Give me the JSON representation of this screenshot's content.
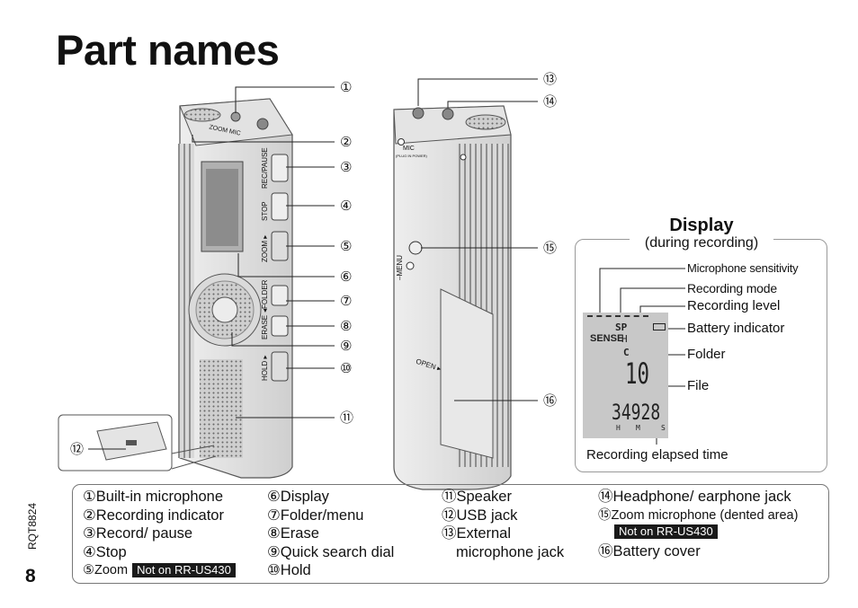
{
  "page": {
    "title": "Part names",
    "doc_code": "RQT8824",
    "page_number": "8"
  },
  "callouts": [
    "①",
    "②",
    "③",
    "④",
    "⑤",
    "⑥",
    "⑦",
    "⑧",
    "⑨",
    "⑩",
    "⑪",
    "⑫",
    "⑬",
    "⑭",
    "⑮",
    "⑯"
  ],
  "device": {
    "zoom_mic": "ZOOM MIC",
    "rec_pause": "REC/PAUSE",
    "stop": "STOP",
    "zoom": "ZOOM ▸",
    "folder": "◂FOLDER",
    "erase": "ERASE",
    "hold": "HOLD ▸",
    "mic": "MIC",
    "plug_in_power": "(PLUG IN POWER)",
    "menu": "–MENU",
    "open": "OPEN ▸"
  },
  "display": {
    "heading": "Display",
    "subheading": "(during recording)",
    "labels": {
      "mic_sensitivity": "Microphone sensitivity",
      "recording_mode": "Recording mode",
      "recording_level": "Recording level",
      "battery": "Battery indicator",
      "folder": "Folder",
      "file": "File",
      "elapsed": "Recording elapsed time"
    },
    "lcd": {
      "sp": "SP",
      "sense": "SENSE",
      "h": "H",
      "folder_icon": "C",
      "file_no": "10",
      "time": "34928",
      "h_unit": "H",
      "m_unit": "M",
      "s_unit": "S"
    }
  },
  "legend": {
    "col1": [
      "①Built-in microphone",
      "②Recording indicator",
      "③Record/ pause",
      "④Stop",
      "⑤Zoom"
    ],
    "col2": [
      "⑥Display",
      "⑦Folder/menu",
      "⑧Erase",
      "⑨Quick search dial",
      "⑩Hold"
    ],
    "col3": [
      "⑪Speaker",
      "⑫USB jack",
      "⑬External",
      "microphone jack"
    ],
    "col4_a": "⑭Headphone/ earphone jack",
    "col4_b": "⑮Zoom microphone (dented area)",
    "col4_c": "⑯Battery cover",
    "badge": "Not on RR-US430"
  }
}
